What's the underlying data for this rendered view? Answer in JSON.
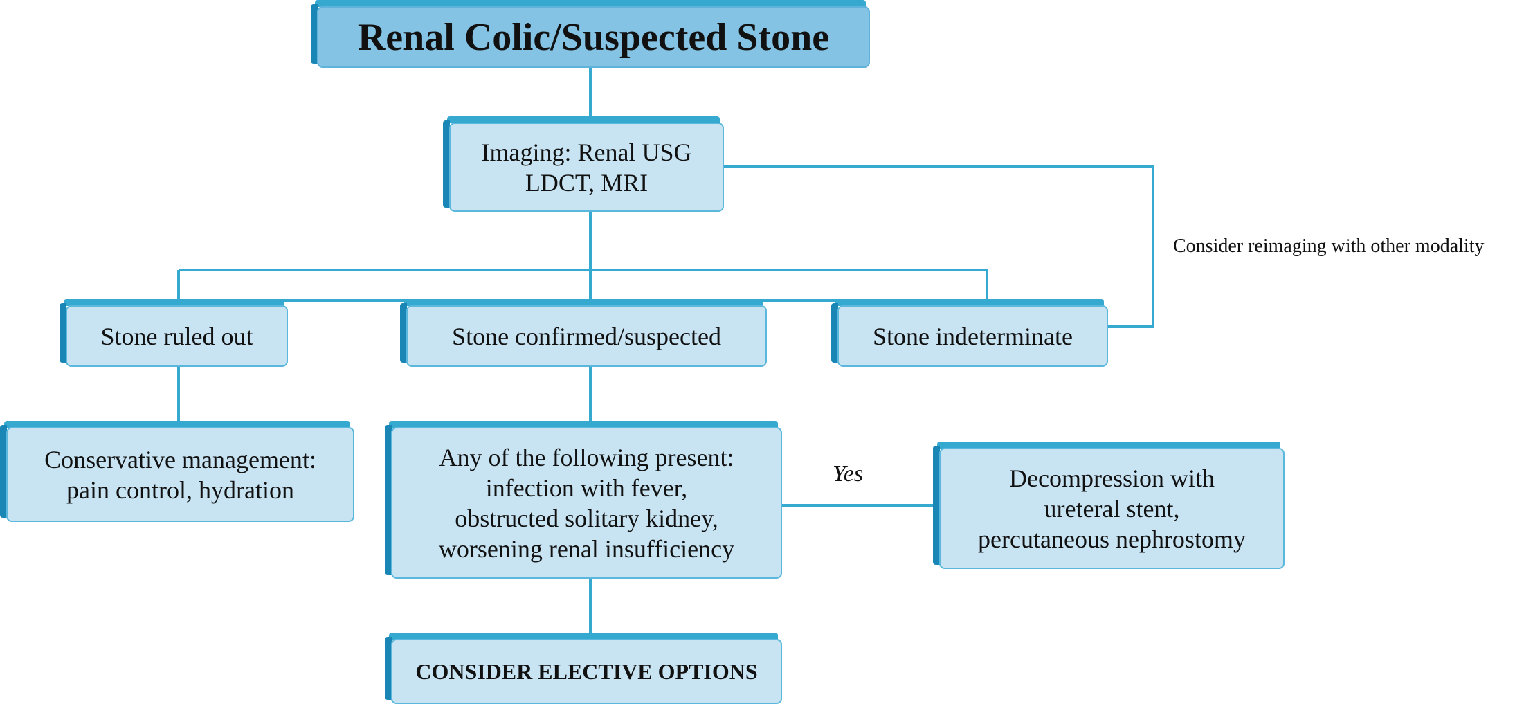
{
  "diagram": {
    "title": "Renal Colic/Suspected Stone",
    "nodes": {
      "imaging": "Imaging: Renal USG\nLDCT, MRI",
      "ruled_out": "Stone ruled out",
      "confirmed": "Stone confirmed/suspected",
      "indeterminate": "Stone indeterminate",
      "conservative": "Conservative management:\npain control, hydration",
      "criteria": "Any of the following present:\ninfection with fever,\nobstructed solitary kidney,\nworsening renal insufficiency",
      "decompression": "Decompression with\nureteral stent,\npercutaneous nephrostomy",
      "elective": "CONSIDER ELECTIVE OPTIONS"
    },
    "edge_labels": {
      "reimaging": "Consider reimaging with other modality",
      "yes": "Yes"
    },
    "colors": {
      "connector": "#36a9d1",
      "box_face": "#c8e4f3",
      "title_face": "#84c3e3",
      "box_side": "#1a86b6"
    }
  }
}
